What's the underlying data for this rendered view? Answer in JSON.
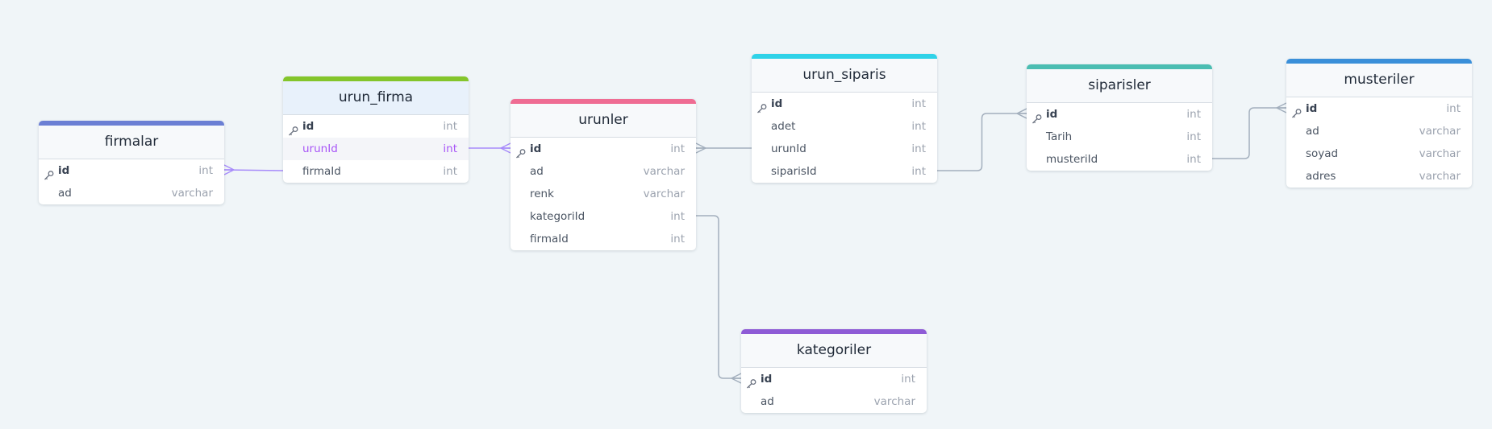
{
  "tables": [
    {
      "name": "firmalar",
      "accent": "#6b7fd4",
      "selected": false,
      "columns": [
        {
          "name": "id",
          "type": "int",
          "pk": true
        },
        {
          "name": "ad",
          "type": "varchar"
        }
      ]
    },
    {
      "name": "urun_firma",
      "accent": "#84c52b",
      "selected": true,
      "columns": [
        {
          "name": "id",
          "type": "int",
          "pk": true
        },
        {
          "name": "urunId",
          "type": "int",
          "highlight": true
        },
        {
          "name": "firmaId",
          "type": "int"
        }
      ]
    },
    {
      "name": "urunler",
      "accent": "#ef6c93",
      "selected": false,
      "columns": [
        {
          "name": "id",
          "type": "int",
          "pk": true
        },
        {
          "name": "ad",
          "type": "varchar"
        },
        {
          "name": "renk",
          "type": "varchar"
        },
        {
          "name": "kategoriId",
          "type": "int"
        },
        {
          "name": "firmaId",
          "type": "int"
        }
      ]
    },
    {
      "name": "urun_siparis",
      "accent": "#2fd2e8",
      "selected": false,
      "columns": [
        {
          "name": "id",
          "type": "int",
          "pk": true
        },
        {
          "name": "adet",
          "type": "int"
        },
        {
          "name": "urunId",
          "type": "int"
        },
        {
          "name": "siparisId",
          "type": "int"
        }
      ]
    },
    {
      "name": "siparisler",
      "accent": "#4bbdb2",
      "selected": false,
      "columns": [
        {
          "name": "id",
          "type": "int",
          "pk": true
        },
        {
          "name": "Tarih",
          "type": "int"
        },
        {
          "name": "musteriId",
          "type": "int"
        }
      ]
    },
    {
      "name": "musteriler",
      "accent": "#3a8fd9",
      "selected": false,
      "columns": [
        {
          "name": "id",
          "type": "int",
          "pk": true
        },
        {
          "name": "ad",
          "type": "varchar"
        },
        {
          "name": "soyad",
          "type": "varchar"
        },
        {
          "name": "adres",
          "type": "varchar"
        }
      ]
    },
    {
      "name": "kategoriler",
      "accent": "#8e5bd6",
      "selected": false,
      "columns": [
        {
          "name": "id",
          "type": "int",
          "pk": true
        },
        {
          "name": "ad",
          "type": "varchar"
        }
      ]
    }
  ],
  "relations": [
    {
      "from": "urun_firma.firmaId",
      "to": "firmalar.id",
      "highlighted": true
    },
    {
      "from": "urun_firma.urunId",
      "to": "urunler.id",
      "highlighted": true
    },
    {
      "from": "urun_siparis.urunId",
      "to": "urunler.id",
      "highlighted": false
    },
    {
      "from": "urun_siparis.siparisId",
      "to": "siparisler.id",
      "highlighted": false
    },
    {
      "from": "siparisler.musteriId",
      "to": "musteriler.id",
      "highlighted": false
    },
    {
      "from": "urunler.kategoriId",
      "to": "kategoriler.id",
      "highlighted": false
    }
  ],
  "colors": {
    "link": "#a3afbd",
    "link_highlight": "#a78bfa"
  }
}
